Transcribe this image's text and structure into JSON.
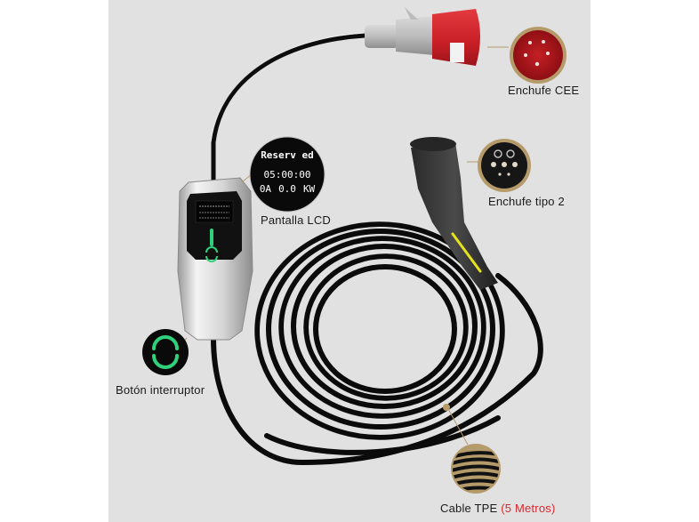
{
  "labels": {
    "cee_plug": "Enchufe CEE",
    "type2_plug": "Enchufe tipo 2",
    "lcd_screen": "Pantalla LCD",
    "power_button": "Botón interruptor",
    "cable_prefix": "Cable TPE",
    "cable_length": "(5 Metros)"
  },
  "lcd_callout": {
    "status": "Reserv ed",
    "timer": "05:00:00",
    "current": "0A",
    "power_value": "0.0",
    "power_unit": "KW"
  },
  "colors": {
    "background": "#e1e1e1",
    "cee_red": "#d7282f",
    "indicator_green": "#2fd17a",
    "type2_yellow": "#e6e21c",
    "callout_gold": "#b59a6a",
    "accent_text": "#d7282f"
  }
}
